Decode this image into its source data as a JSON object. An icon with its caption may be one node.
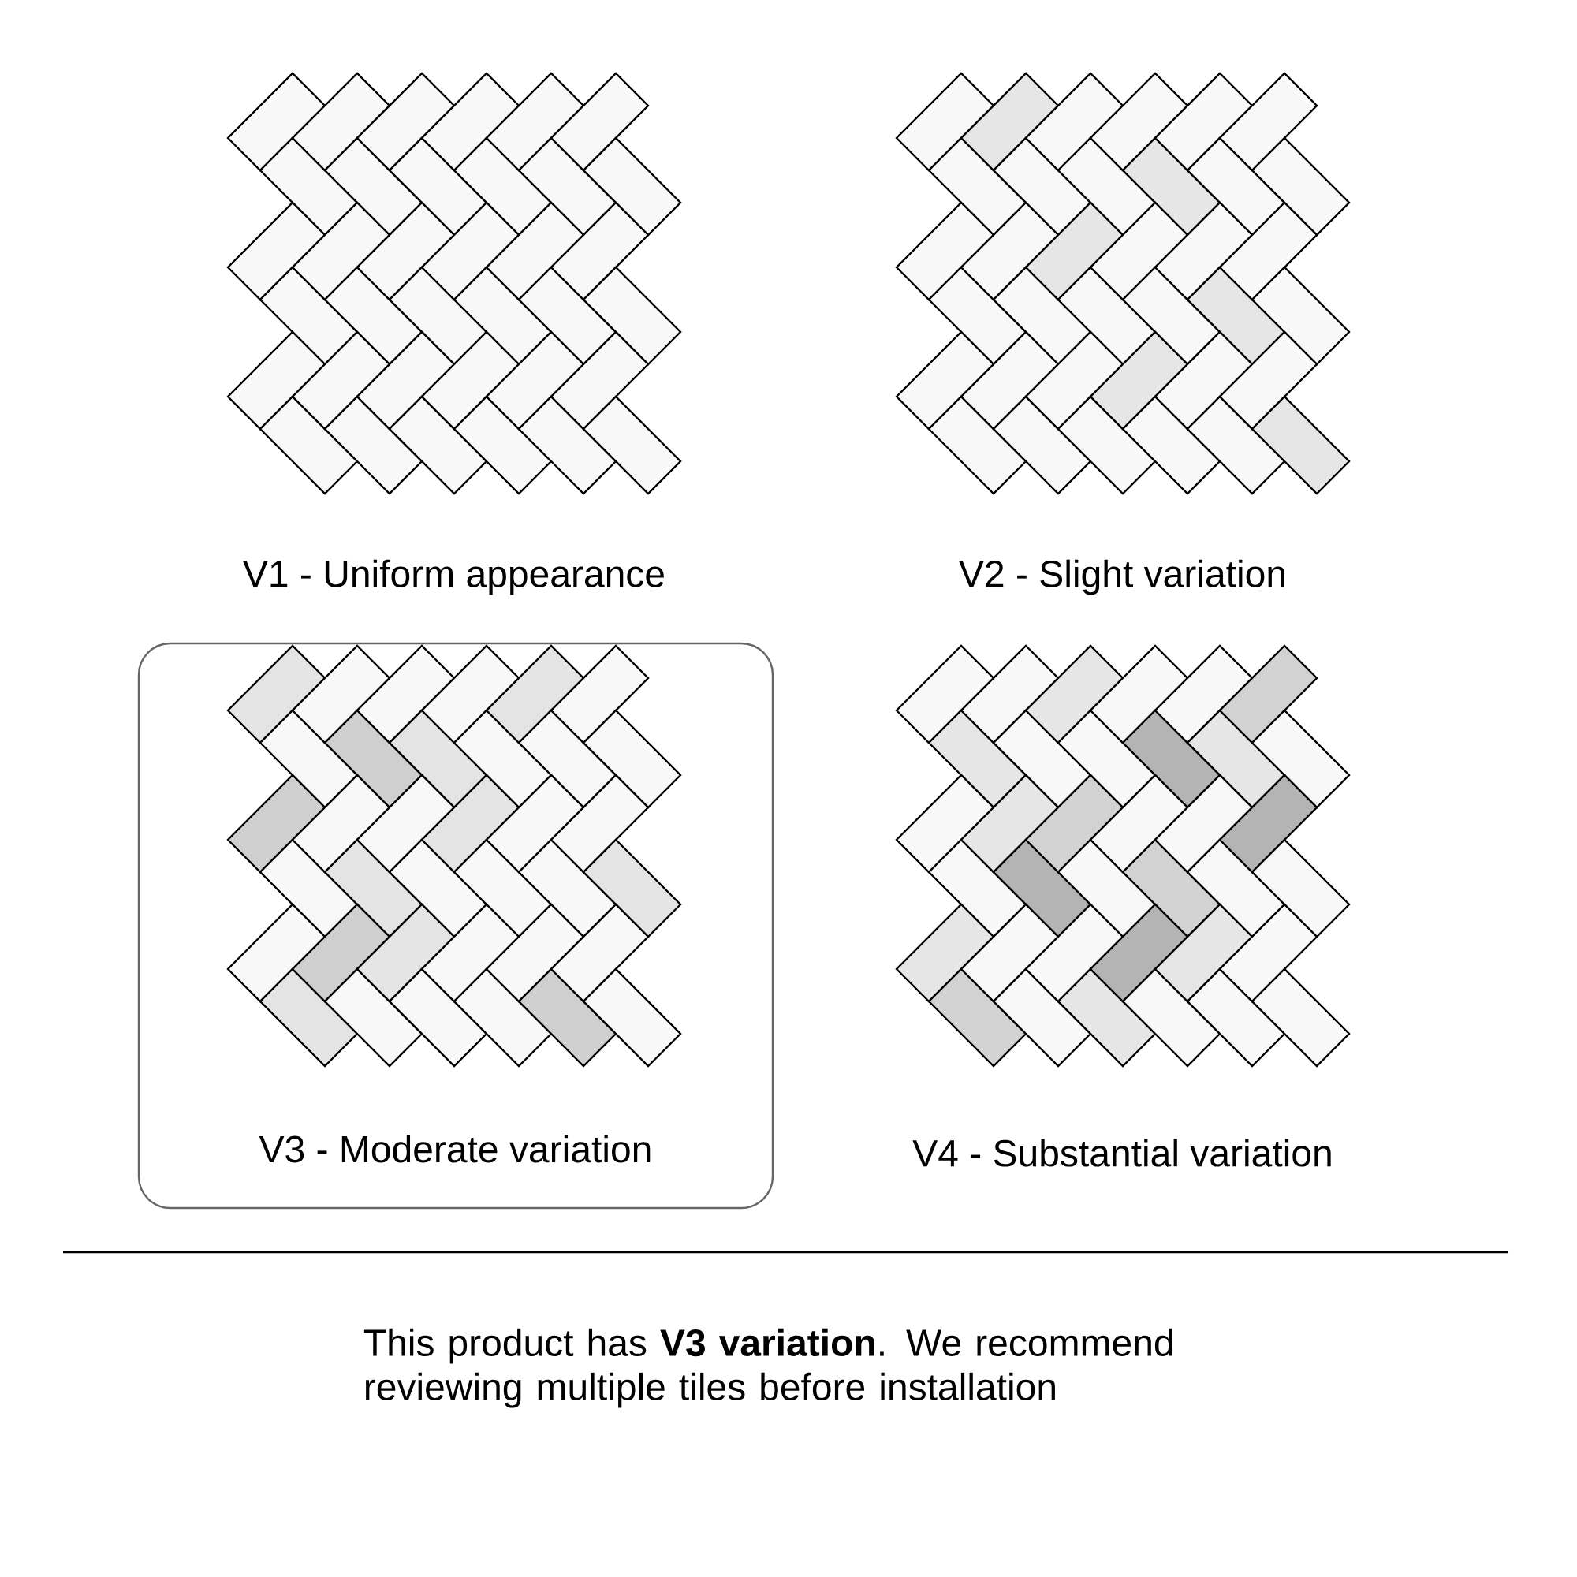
{
  "diagram": {
    "nodes": [
      {
        "text": [
          "V3 - Moderate variation"
        ]
      }
    ],
    "labels": [
      "V1 - Uniform appearance",
      "V2 - Slight variation",
      "V4 - Substantial variation",
      "This product has **V3 variation**. We recommend reviewing multiple tiles before installation"
    ]
  }
}
